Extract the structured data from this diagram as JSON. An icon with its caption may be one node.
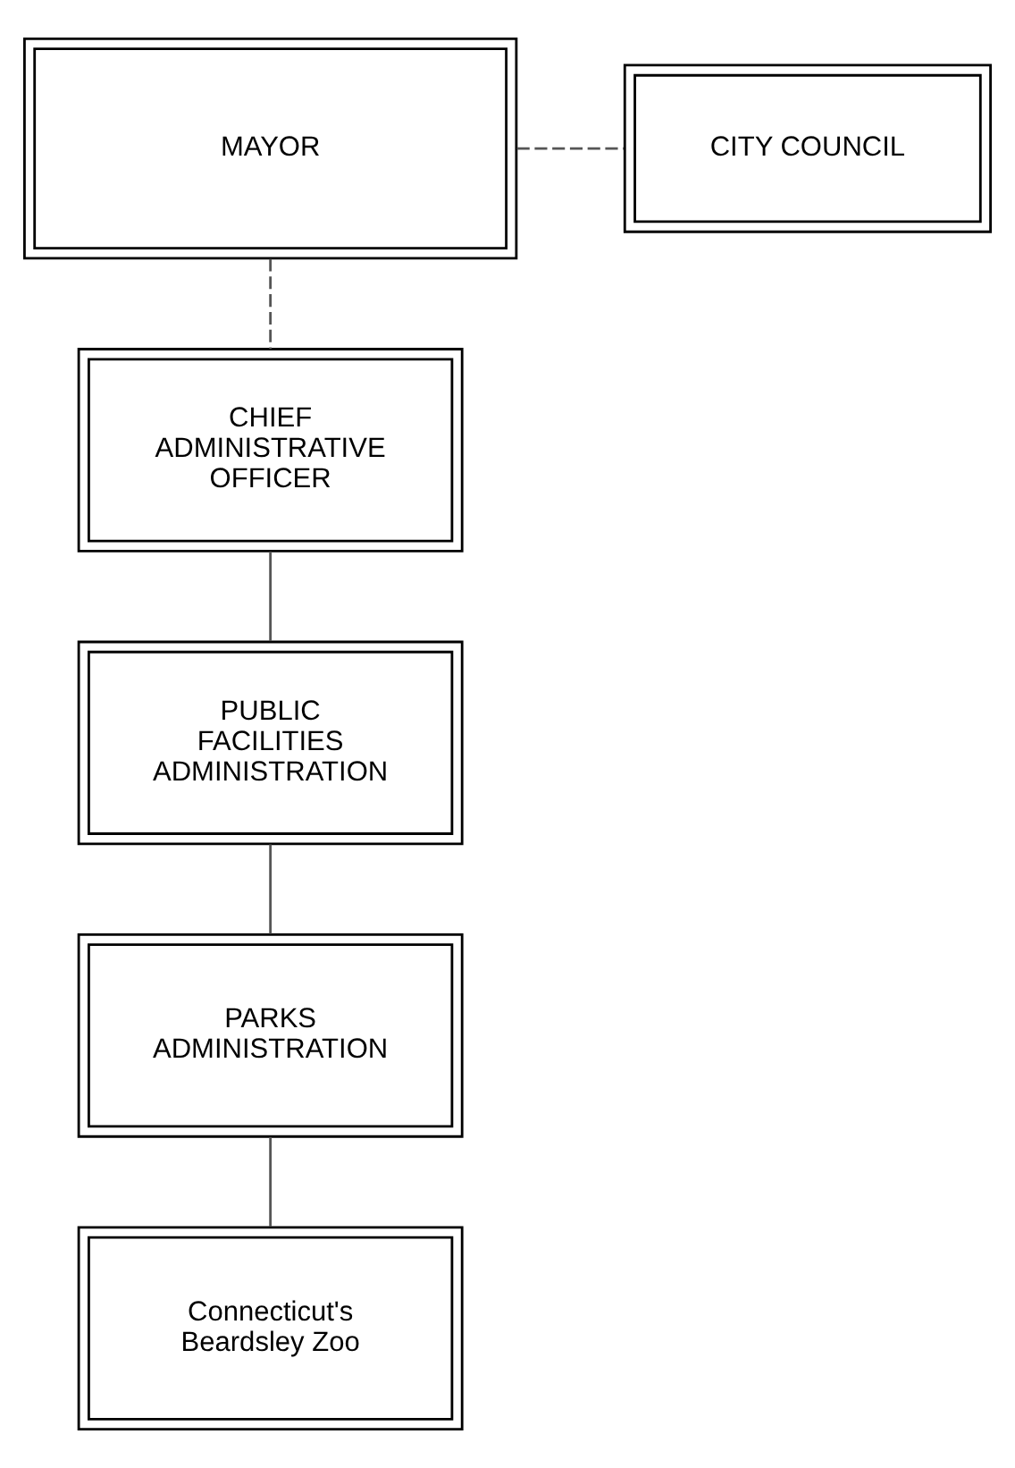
{
  "diagram": {
    "nodes": [
      {
        "text": [
          "MAYOR"
        ]
      },
      {
        "text": [
          "CITY COUNCIL"
        ]
      },
      {
        "text": [
          "CHIEF ADMINISTRATIVE OFFICER"
        ]
      },
      {
        "text": [
          "PUBLIC FACILITIES ADMINISTRATION"
        ]
      },
      {
        "text": [
          "PARKS ADMINISTRATION"
        ]
      },
      {
        "text": [
          "Connecticut's Beardsley Zoo"
        ]
      }
    ],
    "edges": [
      {
        "from": 0,
        "to": 1,
        "arrow": "none",
        "style": "dashed"
      },
      {
        "from": 0,
        "to": 2,
        "arrow": "none",
        "style": "dashed"
      },
      {
        "from": 2,
        "to": 3,
        "arrow": "none"
      },
      {
        "from": 3,
        "to": 4,
        "arrow": "none"
      },
      {
        "from": 4,
        "to": 5,
        "arrow": "none"
      }
    ]
  }
}
